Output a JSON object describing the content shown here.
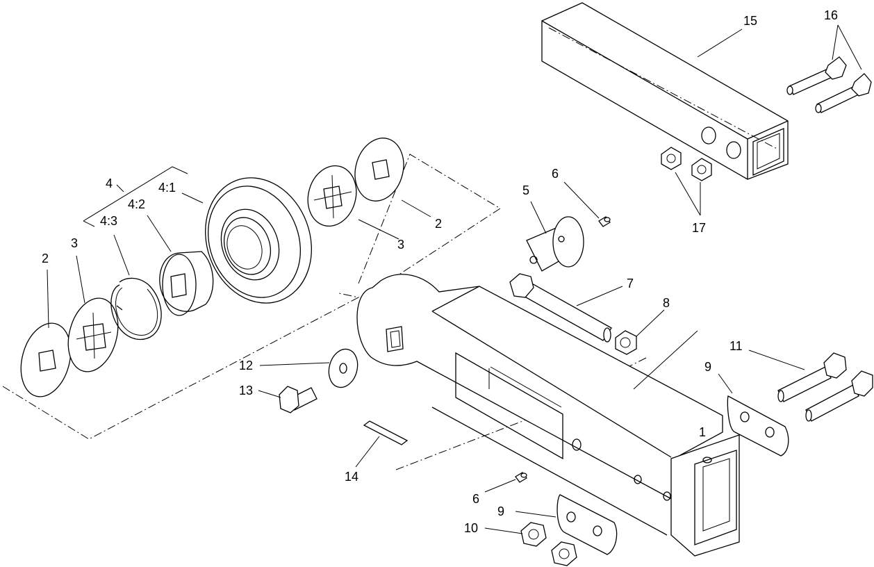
{
  "callouts": {
    "c1": "1",
    "c2a": "2",
    "c2b": "2",
    "c3a": "3",
    "c3b": "3",
    "c4": "4",
    "c4_1": "4:1",
    "c4_2": "4:2",
    "c4_3": "4:3",
    "c5": "5",
    "c6a": "6",
    "c6b": "6",
    "c7": "7",
    "c8": "8",
    "c9a": "9",
    "c9b": "9",
    "c10": "10",
    "c11": "11",
    "c12": "12",
    "c13": "13",
    "c14": "14",
    "c15": "15",
    "c16": "16",
    "c17": "17"
  }
}
